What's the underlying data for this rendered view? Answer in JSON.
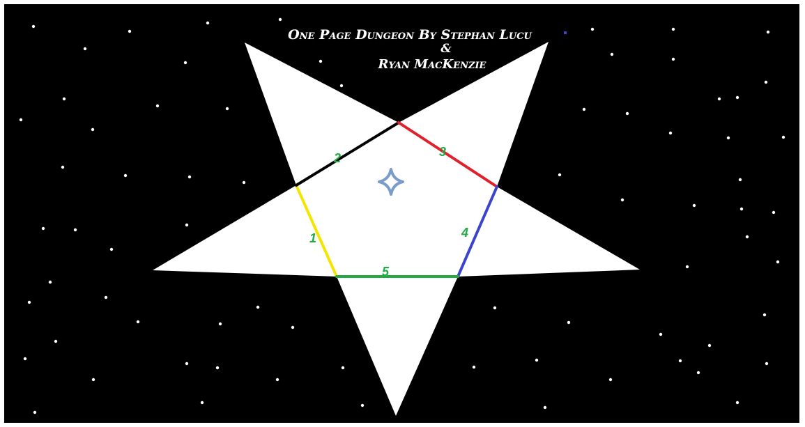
{
  "title": {
    "line1": "One Page Dungeon By Stephan Lucu",
    "line2": "&",
    "line3": "Ryan MacKenzie"
  },
  "colors": {
    "background": "#000000",
    "frame": "#ffffff",
    "star_fill": "#ffffff",
    "star_dot": "#ffffff",
    "marker": "#7a9cc8",
    "label": "#22aa44",
    "edge_1": "#f2e600",
    "edge_2": "#000000",
    "edge_3": "#e0202a",
    "edge_4": "#3a44cc",
    "edge_5": "#22aa44"
  },
  "icons": {
    "center_marker": "four-point-star-icon"
  },
  "edges": [
    {
      "label": "1",
      "color_key": "edge_1"
    },
    {
      "label": "2",
      "color_key": "edge_2"
    },
    {
      "label": "3",
      "color_key": "edge_3"
    },
    {
      "label": "4",
      "color_key": "edge_4"
    },
    {
      "label": "5",
      "color_key": "edge_5"
    }
  ]
}
